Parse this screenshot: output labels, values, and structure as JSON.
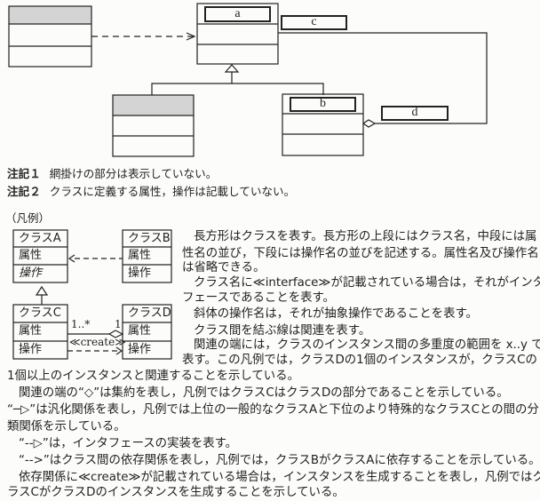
{
  "diagram": {
    "blanks": [
      "a",
      "b",
      "c",
      "d"
    ]
  },
  "notes": [
    {
      "label": "注記１",
      "text": "網掛けの部分は表示していない。"
    },
    {
      "label": "注記２",
      "text": "クラスに定義する属性，操作は記載していない。"
    }
  ],
  "legend": {
    "title": "（凡例）",
    "classes": {
      "A": {
        "name": "クラスA",
        "attr": "属性",
        "op": "操作"
      },
      "B": {
        "name": "クラスB",
        "attr": "属性",
        "op": "操作"
      },
      "C": {
        "name": "クラスC",
        "attr": "属性",
        "op": "操作"
      },
      "D": {
        "name": "クラスD",
        "attr": "属性",
        "op": "操作"
      }
    },
    "multiplicity_c": "1..*",
    "multiplicity_d": "1",
    "create_label": "≪create≫"
  },
  "explanation_lines": [
    "長方形はクラスを表す。長方形の上段にはクラス名，中段には属",
    "性名の並び，下段には操作名の並びを記述する。属性名及び操作名",
    "は省略できる。",
    "クラス名に≪interface≫が記載されている場合は，それがインタ",
    "フェースであることを表す。",
    "斜体の操作名は，それが抽象操作であることを表す。",
    "クラス間を結ぶ線は関連を表す。",
    "関連の端には，クラスのインスタンス間の多重度の範囲を x..y で",
    "表す。この凡例では，クラスDの1個のインスタンスが，クラスCの",
    "1個以上のインスタンスと関連することを示している。",
    "関連の端の“◇”は集約を表し，凡例ではクラスCはクラスDの部分であることを示している。",
    "“─▷”は汎化関係を表し，凡例では上位の一般的なクラスAと下位のより特殊的なクラスCとの間の分",
    "類関係を示している。",
    "“--▷”は，インタフェースの実装を表す。",
    "“-->”はクラス間の依存関係を表し，凡例では，クラスBがクラスAに依存することを示している。",
    "依存関係に≪create≫が記載されている場合は，インスタンスを生成することを表し，凡例ではク",
    "ラスCがクラスDのインスタンスを生成することを示している。"
  ]
}
